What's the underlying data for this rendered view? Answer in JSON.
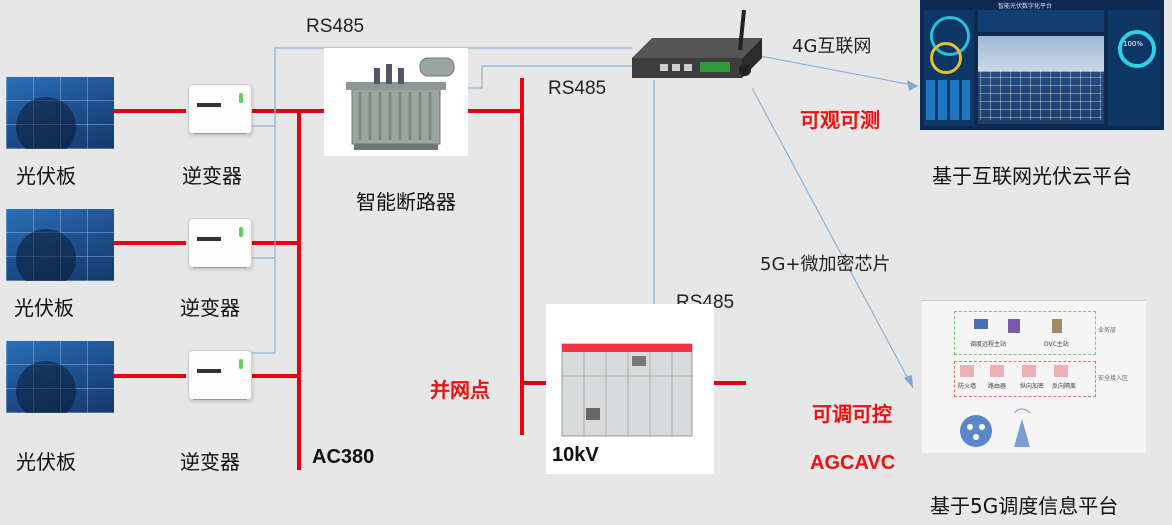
{
  "labels": {
    "pv_panel": "光伏板",
    "inverter": "逆变器",
    "breaker": "智能断路器",
    "rs485": "RS485",
    "net4g": "4G互联网",
    "observable": "可观可测",
    "cloud_platform": "基于互联网光伏云平台",
    "chip": "5G+微加密芯片",
    "grid_point": "并网点",
    "controllable": "可调可控",
    "agcavc": "AGCAVC",
    "voltage_10kv": "10kV",
    "voltage_ac380": "AC380",
    "dispatch_platform": "基于5G调度信息平台"
  },
  "dashboard": {
    "title": "智能光伏数字化平台",
    "gauge_value": "100%"
  },
  "dispatch": {
    "row1_a": "调度远程主站",
    "row1_b": "DVC主站",
    "row1_right": "业务层",
    "row2_items": [
      "防火墙",
      "路由器",
      "纵向加密",
      "反向隔离"
    ],
    "row2_right": "安全接入区"
  },
  "colors": {
    "power_line": "#e60012",
    "comm_line": "#7fa8d6",
    "accent_red": "#e11111"
  }
}
